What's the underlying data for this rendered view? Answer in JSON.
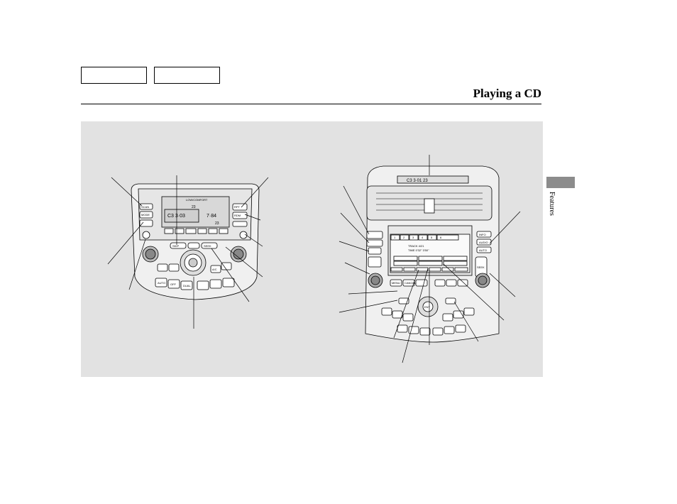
{
  "header": {
    "nav_buttons": [
      "",
      ""
    ],
    "title": "Playing a CD"
  },
  "side_tab": {
    "label": "Features"
  },
  "left_unit": {
    "display": {
      "top_line": "LOW/COMFORT",
      "disc_readout": "C3  3·03",
      "time_readout": "7·84",
      "temp_left": "23",
      "temp_right": "23"
    },
    "buttons": [
      "SCAN",
      "MODE",
      "RPT",
      "RDM",
      "AUTO",
      "OFF",
      "DUAL",
      "A/C",
      "SKIP",
      "SEEK"
    ]
  },
  "right_unit": {
    "clock_display": "C3  3·01  23",
    "tabs": [
      "1",
      "2",
      "3",
      "4",
      "5",
      "6"
    ],
    "track_line": "TRACK  4/21",
    "time_line": "TIME  0'32\"  3'50\"",
    "buttons": [
      "INFO",
      "AUDIO",
      "AUTO",
      "MENU",
      "CANCEL",
      "ENT",
      "SEEK"
    ]
  }
}
